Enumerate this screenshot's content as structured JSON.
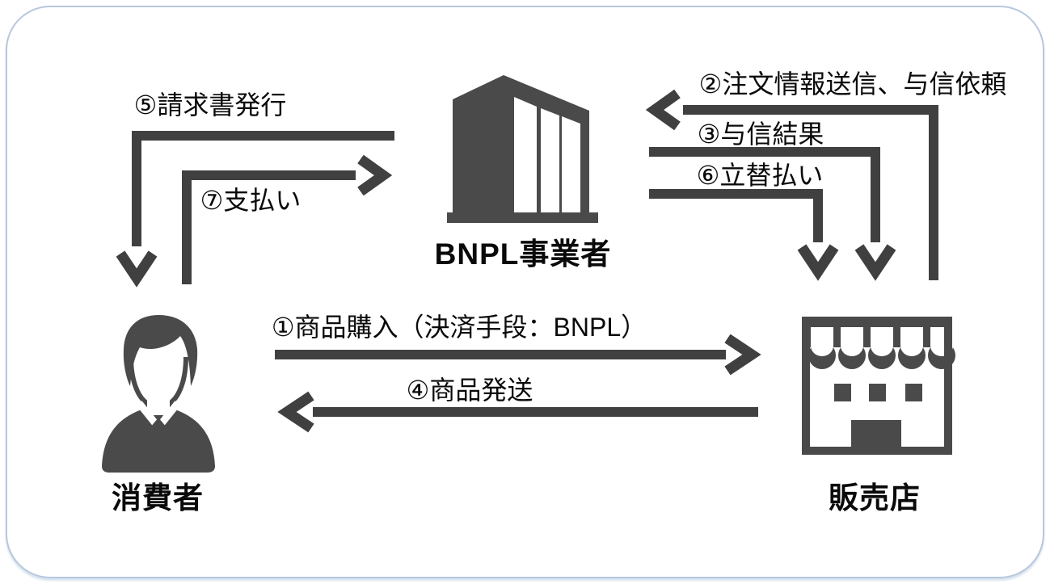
{
  "entities": {
    "bnpl": {
      "label": "BNPL事業者",
      "icon": "office-building-icon"
    },
    "consumer": {
      "label": "消費者",
      "icon": "businessperson-icon"
    },
    "store": {
      "label": "販売店",
      "icon": "storefront-icon"
    }
  },
  "flows": {
    "f1": {
      "label": "①商品購入（決済手段：BNPL）",
      "from": "consumer",
      "to": "store"
    },
    "f2": {
      "label": "②注文情報送信、与信依頼",
      "from": "store",
      "to": "bnpl"
    },
    "f3": {
      "label": "③与信結果",
      "from": "bnpl",
      "to": "store"
    },
    "f4": {
      "label": "④商品発送",
      "from": "store",
      "to": "consumer"
    },
    "f5": {
      "label": "⑤請求書発行",
      "from": "bnpl",
      "to": "consumer"
    },
    "f6": {
      "label": "⑥立替払い",
      "from": "bnpl",
      "to": "store"
    },
    "f7": {
      "label": "⑦支払い",
      "from": "consumer",
      "to": "bnpl"
    }
  },
  "colors": {
    "arrow": "#404040",
    "icon": "#4a4a4a",
    "text": "#0a0a0a",
    "frame_border": "#b7c7de",
    "background": "#ffffff"
  }
}
